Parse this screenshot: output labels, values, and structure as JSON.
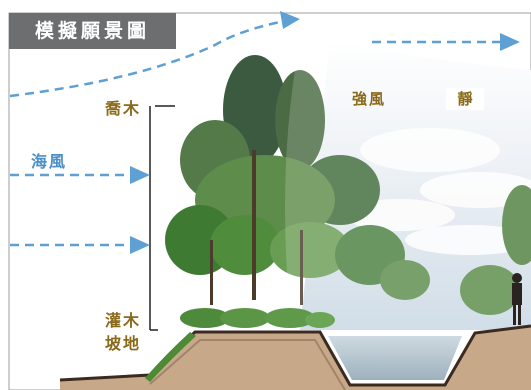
{
  "title": "模擬願景圖",
  "labels": {
    "tree": "喬木",
    "shrub": "灌木",
    "slope": "坡地",
    "sea_wind": "海風",
    "strong_wind": "強風",
    "calm": "靜"
  },
  "colors": {
    "title_bg": "#6d6e70",
    "label_text": "#8a6a1a",
    "wind_arrow": "#5fa0d4",
    "ground": "#c7a98a",
    "water": "#aebfca"
  }
}
